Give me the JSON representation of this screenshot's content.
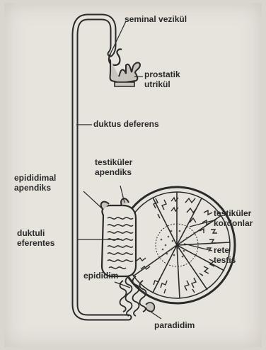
{
  "labels": {
    "seminal_vesicle": "seminal vezikül",
    "prostatic_utricle_1": "prostatik",
    "prostatic_utricle_2": "utrikül",
    "ductus_deferens": "duktus deferens",
    "testicular_appendix_1": "testiküler",
    "testicular_appendix_2": "apendiks",
    "epididymal_appendix_1": "epididimal",
    "epididymal_appendix_2": "apendiks",
    "ductuli_efferentes_1": "duktuli",
    "ductuli_efferentes_2": "eferentes",
    "testicular_cords_1": "testiküler",
    "testicular_cords_2": "kordonlar",
    "rete_testis_1": "rete",
    "rete_testis_2": "testis",
    "epididymis": "epididim",
    "paradidymis": "paradidim"
  },
  "colors": {
    "ink": "#2a2a2a",
    "duct_fill": "#c9c4bd",
    "paper": "#e7e3dd"
  }
}
